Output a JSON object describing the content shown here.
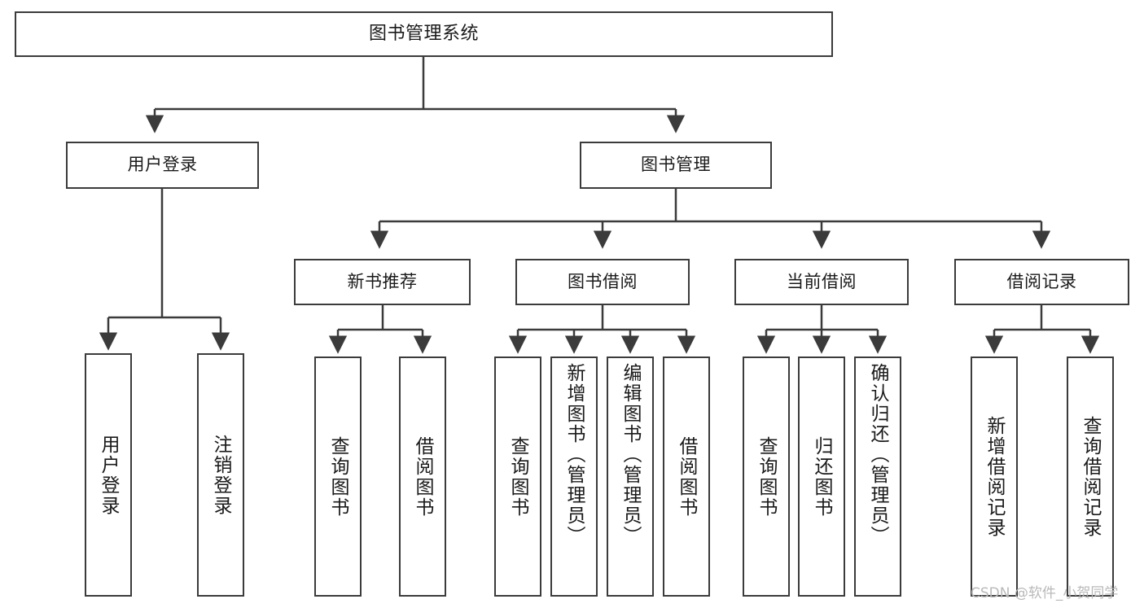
{
  "diagram": {
    "title": "图书管理系统",
    "watermark": "CSDN @软件_小贺同学",
    "stroke_color": "#3b3b3b",
    "fill_color": "#ffffff",
    "text_color": "#1a1a1a",
    "watermark_color": "#b9b9b9"
  },
  "nodes": {
    "root": {
      "label": "图书管理系统"
    },
    "level2": [
      {
        "label": "用户登录"
      },
      {
        "label": "图书管理"
      }
    ],
    "level3": [
      {
        "label": "新书推荐"
      },
      {
        "label": "图书借阅"
      },
      {
        "label": "当前借阅"
      },
      {
        "label": "借阅记录"
      }
    ],
    "leaves_user_login": [
      {
        "label": "用户登录"
      },
      {
        "label": "注销登录"
      }
    ],
    "leaves_new_books": [
      {
        "label": "查询图书"
      },
      {
        "label": "借阅图书"
      }
    ],
    "leaves_borrow": [
      {
        "label": "查询图书"
      },
      {
        "label": "新增图书（管理员）"
      },
      {
        "label": "编辑图书（管理员）"
      },
      {
        "label": "借阅图书"
      }
    ],
    "leaves_current": [
      {
        "label": "查询图书"
      },
      {
        "label": "归还图书"
      },
      {
        "label": "确认归还（管理员）"
      }
    ],
    "leaves_records": [
      {
        "label": "新增借阅记录"
      },
      {
        "label": "查询借阅记录"
      }
    ]
  }
}
